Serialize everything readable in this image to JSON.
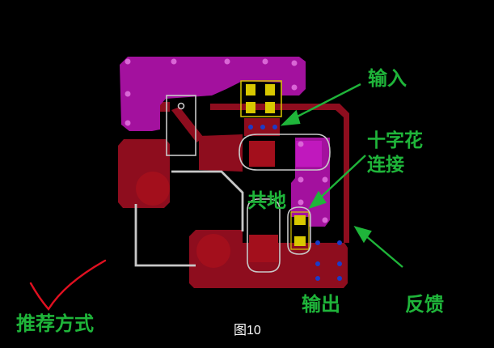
{
  "labels": {
    "input": "输入",
    "cross_line1": "十字花",
    "cross_line2": "连接",
    "common_ground": "共地",
    "output": "输出",
    "feedback": "反馈",
    "recommended": "推荐方式"
  },
  "caption": "图10",
  "colors": {
    "background": "#000000",
    "top_copper": "#a3119e",
    "bottom_copper": "#8e0d1e",
    "pad_red": "#a30f1c",
    "outline": "#c8c8c8",
    "via_blue": "#1c3cc8",
    "label_green": "#1fb53a",
    "annotation_red": "#e01020",
    "pad_yellow": "#d8c800"
  }
}
